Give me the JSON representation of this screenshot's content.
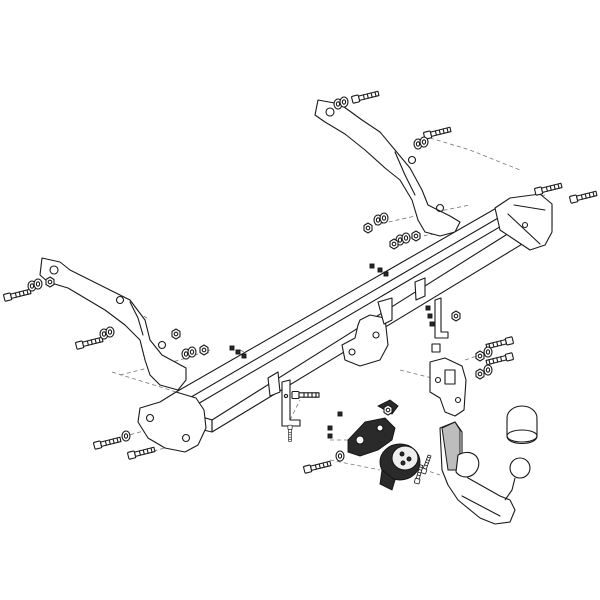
{
  "diagram": {
    "kind": "exploded-assembly",
    "components": [
      "crossbar-beam",
      "left-bracket-arm",
      "right-bracket-arm",
      "center-mount-brackets",
      "ball-receiver-plate",
      "socket-holder-plate",
      "electrical-socket",
      "detachable-tow-ball",
      "ball-cover-cap",
      "bolts",
      "washers",
      "nuts",
      "small-l-brackets"
    ],
    "colors": {
      "line": "#1a1a1a",
      "guide": "#777777",
      "fill": "#ffffff",
      "shade": "#bdbdbd"
    }
  }
}
